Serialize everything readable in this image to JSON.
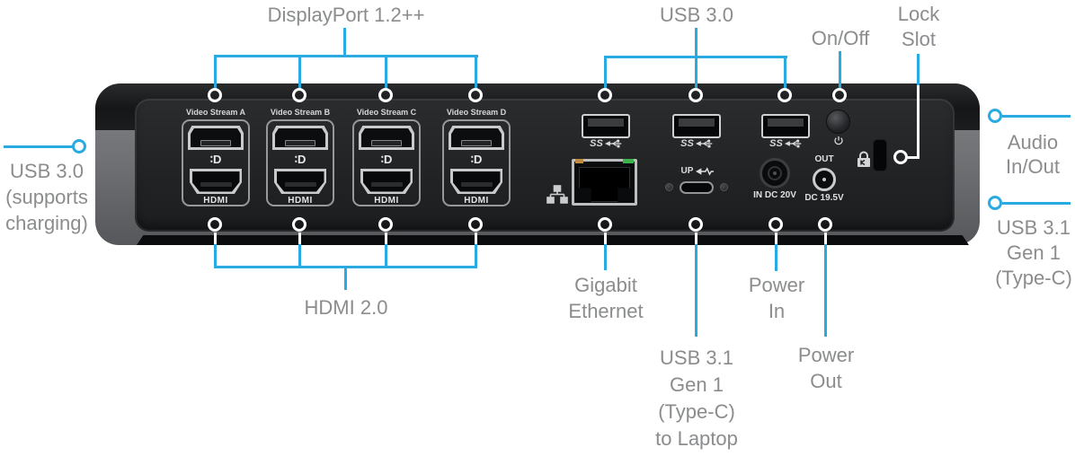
{
  "colors": {
    "accent_cyan": "#29abe2",
    "label_gray": "#8a8c8e"
  },
  "callouts": {
    "displayport": {
      "label": "DisplayPort 1.2++"
    },
    "usb30_top": {
      "label": "USB 3.0"
    },
    "on_off": {
      "label": "On/Off"
    },
    "lock_slot": {
      "line1": "Lock",
      "line2": "Slot"
    },
    "audio_inout": {
      "line1": "Audio",
      "line2": "In/Out"
    },
    "usb31_typec_right": {
      "line1": "USB 3.1",
      "line2": "Gen 1",
      "line3": "(Type-C)"
    },
    "usb30_left": {
      "line1": "USB 3.0",
      "line2": "(supports",
      "line3": "charging)"
    },
    "hdmi20": {
      "label": "HDMI 2.0"
    },
    "gigabit_ethernet": {
      "line1": "Gigabit",
      "line2": "Ethernet"
    },
    "usb31_typec_laptop": {
      "line1": "USB 3.1",
      "line2": "Gen 1",
      "line3": "(Type-C)",
      "line4": "to Laptop"
    },
    "power_in": {
      "line1": "Power",
      "line2": "In"
    },
    "power_out": {
      "line1": "Power",
      "line2": "Out"
    }
  },
  "dock": {
    "video_streams": [
      {
        "label": "Video Stream A",
        "dp_logo": "∶D",
        "hdmi_label": "HDMI"
      },
      {
        "label": "Video Stream B",
        "dp_logo": "∶D",
        "hdmi_label": "HDMI"
      },
      {
        "label": "Video Stream C",
        "dp_logo": "∶D",
        "hdmi_label": "HDMI"
      },
      {
        "label": "Video Stream D",
        "dp_logo": "∶D",
        "hdmi_label": "HDMI"
      }
    ],
    "usb_ss_label": "SS",
    "usbc_up_label": "UP",
    "power_in_label": "IN DC 20V",
    "power_out_label_top": "OUT",
    "power_out_label_bottom": "DC 19.5V"
  },
  "icons": {
    "superspeed_usb": "trident-arrow",
    "displayport_logo": "two-dots-D",
    "ethernet_network": "lan-nodes",
    "power_symbol": "circle-with-line",
    "kensington_lock": "padlock",
    "charge_arrow": "bolt-arrow",
    "callout_marker": "ring"
  }
}
